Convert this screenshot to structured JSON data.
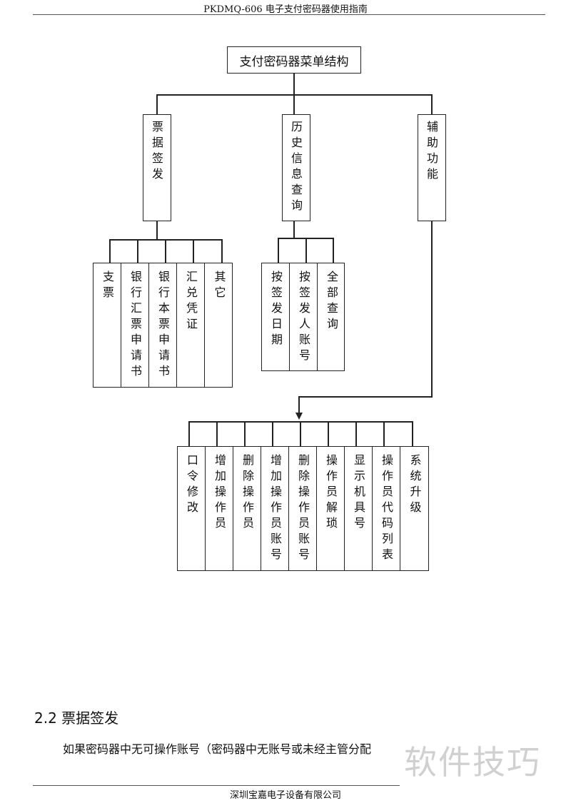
{
  "header": {
    "title": "PKDMQ-606 电子支付密码器使用指南"
  },
  "diagram": {
    "root": "支付密码器菜单结构",
    "branches": [
      {
        "label": "票据签发",
        "children": [
          "支票",
          "银行汇票申请书",
          "银行本票申请书",
          "汇兑凭证",
          "其它"
        ]
      },
      {
        "label": "历史信息查询",
        "children": [
          "按签发日期",
          "按签发人账号",
          "全部查询"
        ]
      },
      {
        "label": "辅助功能",
        "children": [
          "口令修改",
          "增加操作员",
          "删除操作员",
          "增加操作员账号",
          "删除操作员账号",
          "操作员解琐",
          "显示机具号",
          "操作员代码列表",
          "系统升级"
        ]
      }
    ]
  },
  "section": {
    "heading": "2.2 票据签发",
    "body": "如果密码器中无可操作账号（密码器中无账号或未经主管分配"
  },
  "watermark": "软件技巧",
  "footer": {
    "company": "深圳宝嘉电子设备有限公司"
  }
}
